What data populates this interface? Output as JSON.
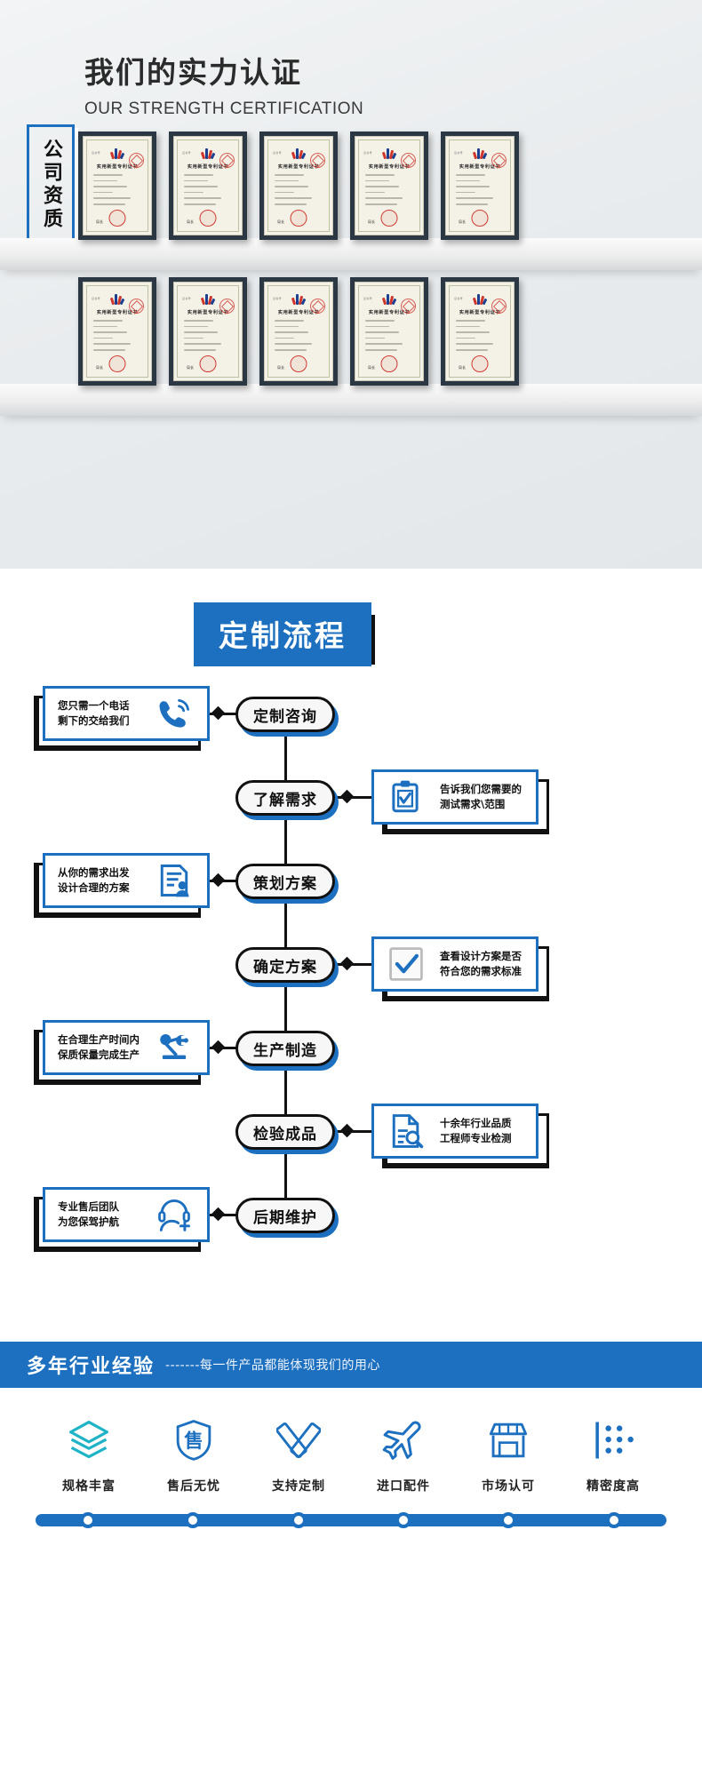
{
  "certification": {
    "title_cn": "我们的实力认证",
    "title_en": "OUR STRENGTH CERTIFICATION",
    "vertical_label": "公司资质",
    "certificate_caption": "实用新型专利证书",
    "certificates_row1": [
      {
        "caption": "实用新型专利证书"
      },
      {
        "caption": "实用新型专利证书"
      },
      {
        "caption": "实用新型专利证书"
      },
      {
        "caption": "实用新型专利证书"
      },
      {
        "caption": "实用新型专利证书"
      }
    ],
    "certificates_row2": [
      {
        "caption": "实用新型专利证书"
      },
      {
        "caption": "实用新型专利证书"
      },
      {
        "caption": "实用新型专利证书"
      },
      {
        "caption": "实用新型专利证书"
      },
      {
        "caption": "实用新型专利证书"
      }
    ]
  },
  "flow": {
    "title": "定制流程",
    "steps": [
      {
        "node": "定制咨询",
        "side": "left",
        "text": "您只需一个电话\n剩下的交给我们",
        "icon": "phone-ring-icon"
      },
      {
        "node": "了解需求",
        "side": "right",
        "text": "告诉我们您需要的\n测试需求\\范围",
        "icon": "clipboard-check-icon"
      },
      {
        "node": "策划方案",
        "side": "left",
        "text": "从你的需求出发\n设计合理的方案",
        "icon": "document-user-icon"
      },
      {
        "node": "确定方案",
        "side": "right",
        "text": "查看设计方案是否\n符合您的需求标准",
        "icon": "checkbox-check-icon"
      },
      {
        "node": "生产制造",
        "side": "left",
        "text": "在合理生产时间内\n保质保量完成生产",
        "icon": "robot-arm-icon"
      },
      {
        "node": "检验成品",
        "side": "right",
        "text": "十余年行业品质\n工程师专业检测",
        "icon": "document-search-icon"
      },
      {
        "node": "后期维护",
        "side": "left",
        "text": "专业售后团队\n为您保驾护航",
        "icon": "headset-user-add-icon"
      }
    ]
  },
  "bottom": {
    "band_title": "多年行业经验",
    "band_sub": "-------每一件产品都能体现我们的用心",
    "features": [
      {
        "label": "规格丰富",
        "icon": "layers-icon"
      },
      {
        "label": "售后无忧",
        "icon": "shield-sale-icon"
      },
      {
        "label": "支持定制",
        "icon": "ruler-pencil-icon"
      },
      {
        "label": "进口配件",
        "icon": "airplane-icon"
      },
      {
        "label": "市场认可",
        "icon": "storefront-icon"
      },
      {
        "label": "精密度高",
        "icon": "precision-dots-icon"
      }
    ],
    "track_dots": 6
  },
  "colors": {
    "brand_blue": "#1d70c0",
    "accent_teal": "#1fb3c6",
    "ink": "#111111"
  }
}
